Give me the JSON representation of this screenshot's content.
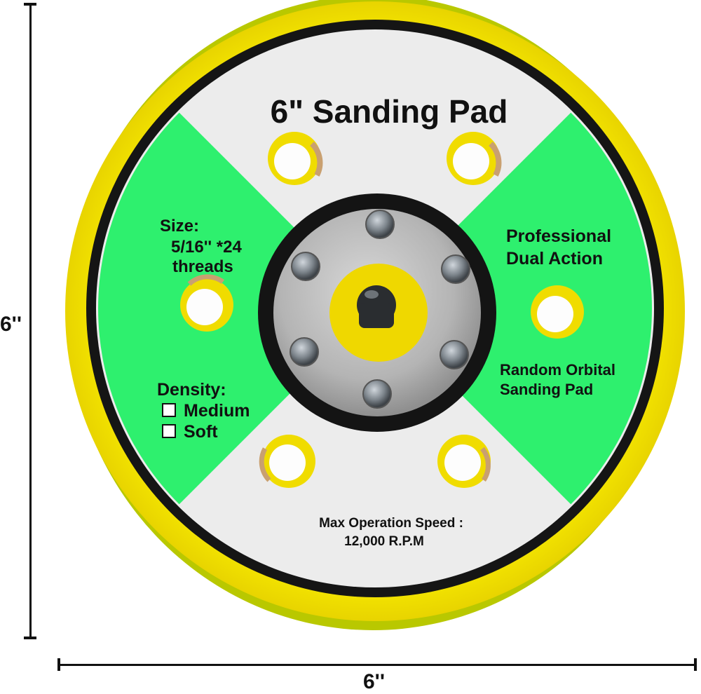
{
  "dimensions": {
    "height_label": "6''",
    "width_label": "6''"
  },
  "pad": {
    "title": "6\" Sanding Pad",
    "size_heading": "Size:",
    "size_line1": "5/16'' *24",
    "size_line2": "threads",
    "feature_line1": "Professional",
    "feature_line2": "Dual  Action",
    "type_line1": "Random  Orbital",
    "type_line2": "Sanding  Pad",
    "density_heading": "Density:",
    "density_options": [
      "Medium",
      "Soft"
    ],
    "speed_label": "Max Operation Speed :",
    "speed_value": "12,000 R.P.M"
  },
  "colors": {
    "rim": "#f5e600",
    "label_green": "#2ef06e",
    "label_white": "#ececec",
    "hub_metal": "#b9b9b9",
    "center_yellow": "#efd800"
  }
}
